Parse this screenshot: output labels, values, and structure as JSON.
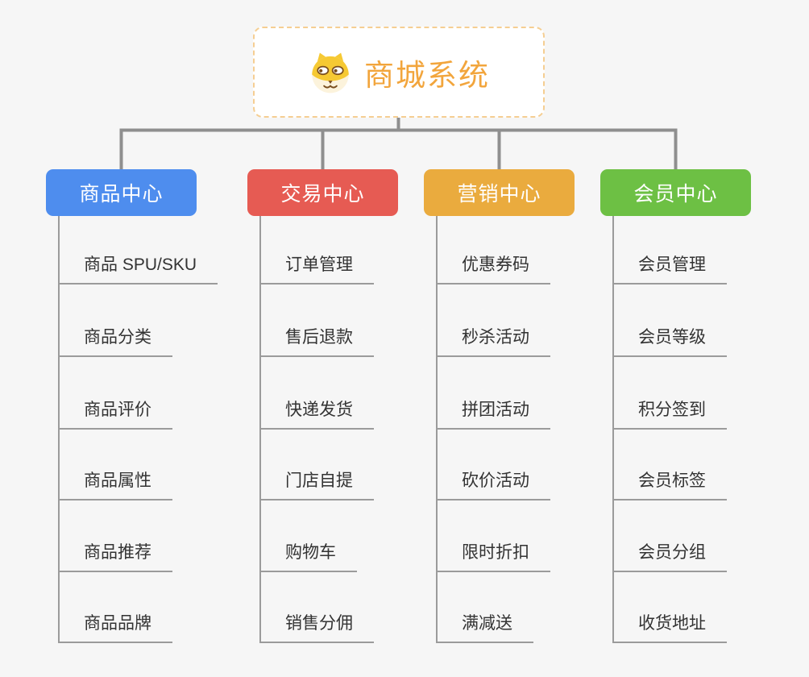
{
  "background_color": "#F6F6F6",
  "connector_color": "#8F8F8F",
  "leaf_line_color": "#9B9B9B",
  "leaf_text_color": "#333333",
  "root": {
    "title": "商城系统",
    "icon": "dog-face-icon",
    "text_color": "#F2A53C",
    "border_color": "#F5CE92"
  },
  "branches": [
    {
      "label": "商品中心",
      "color": "#4E8DEE",
      "children": [
        "商品 SPU/SKU",
        "商品分类",
        "商品评价",
        "商品属性",
        "商品推荐",
        "商品品牌"
      ]
    },
    {
      "label": "交易中心",
      "color": "#E65B53",
      "children": [
        "订单管理",
        "售后退款",
        "快递发货",
        "门店自提",
        "购物车",
        "销售分佣"
      ]
    },
    {
      "label": "营销中心",
      "color": "#EAAB3E",
      "children": [
        "优惠券码",
        "秒杀活动",
        "拼团活动",
        "砍价活动",
        "限时折扣",
        "满减送"
      ]
    },
    {
      "label": "会员中心",
      "color": "#6DC044",
      "children": [
        "会员管理",
        "会员等级",
        "积分签到",
        "会员标签",
        "会员分组",
        "收货地址"
      ]
    }
  ]
}
